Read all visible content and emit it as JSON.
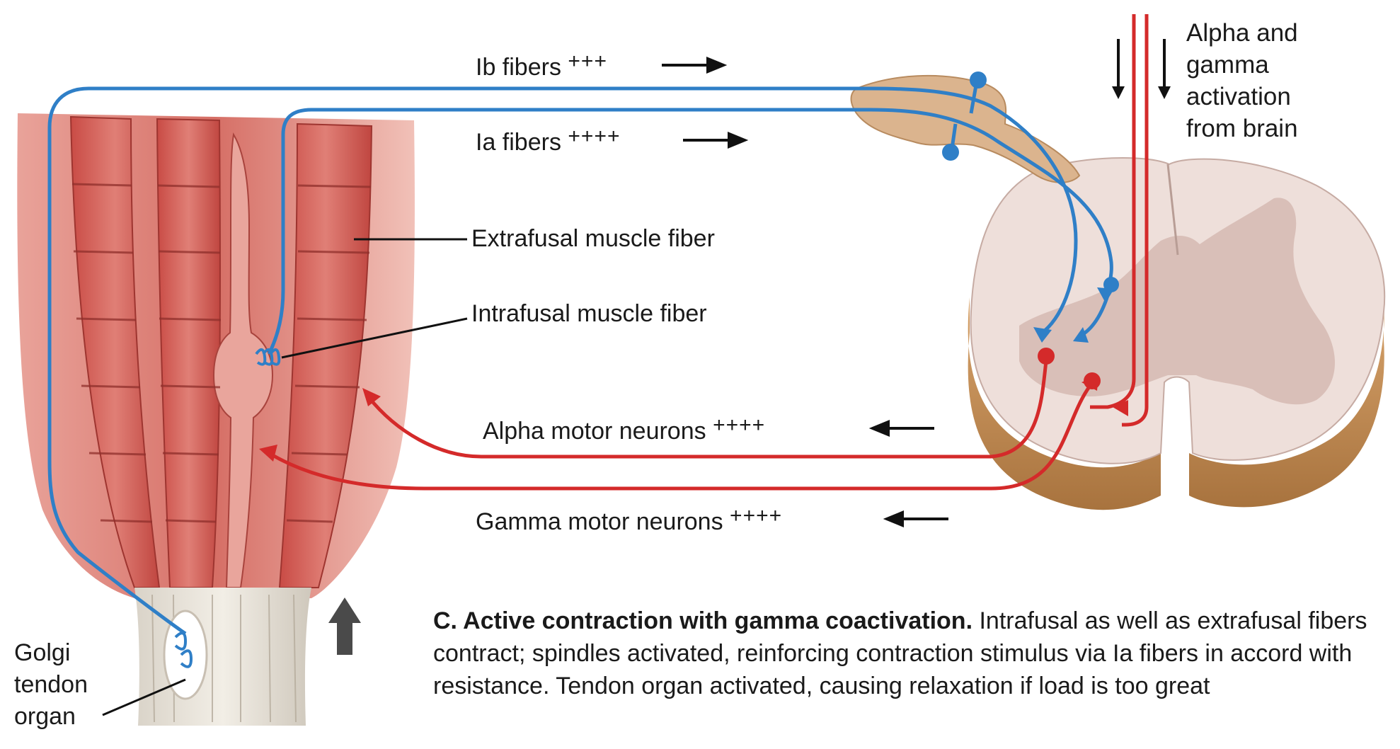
{
  "labels": {
    "ib_fibers": "Ib fibers",
    "ib_plus": "+++",
    "ia_fibers": "Ia fibers",
    "ia_plus": "++++",
    "extrafusal": "Extrafusal muscle fiber",
    "intrafusal": "Intrafusal muscle fiber",
    "alpha_motor": "Alpha motor neurons",
    "alpha_plus": "++++",
    "gamma_motor": "Gamma motor neurons",
    "gamma_plus": "++++",
    "brain_line1": "Alpha and",
    "brain_line2": "gamma",
    "brain_line3": "activation",
    "brain_line4": "from brain",
    "golgi_line1": "Golgi",
    "golgi_line2": "tendon",
    "golgi_line3": "organ"
  },
  "caption": {
    "bold": "C. Active contraction with gamma coactivation.",
    "text": " Intrafusal as well as extrafusal fibers contract; spindles activated, reinforcing contraction stimulus via Ia fibers in accord with resistance. Tendon organ activated, causing relaxation if load is too great"
  },
  "colors": {
    "sensory_blue": "#2f7fc7",
    "motor_red": "#d42a2a",
    "muscle_red": "#c9534f",
    "cord_tan": "#c89a6a"
  }
}
